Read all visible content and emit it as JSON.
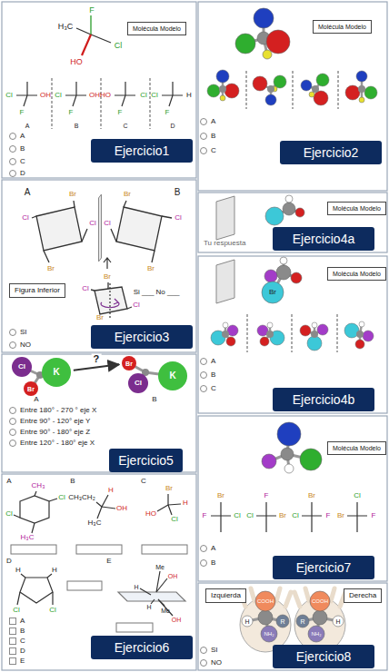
{
  "diagram": {
    "nodes": [
      {
        "text": [
          "Molécula Modelo"
        ]
      },
      {
        "text": [
          "Ejercicio1"
        ]
      },
      {
        "text": [
          "Molécula Modelo"
        ]
      },
      {
        "text": [
          "Ejercicio2"
        ]
      },
      {
        "text": [
          "Figura Inferior"
        ]
      },
      {
        "text": [
          "Ejercicio3"
        ]
      },
      {
        "text": [
          "Molécula Modelo"
        ]
      },
      {
        "text": [
          "Ejercicio4a"
        ]
      },
      {
        "text": [
          "Molécula Modelo"
        ]
      },
      {
        "text": [
          "Ejercicio4b"
        ]
      },
      {
        "text": [
          "Cl"
        ]
      },
      {
        "text": [
          "K"
        ]
      },
      {
        "text": [
          "Br"
        ]
      },
      {
        "text": [
          "Br"
        ]
      },
      {
        "text": [
          "Cl"
        ]
      },
      {
        "text": [
          "K"
        ]
      },
      {
        "text": [
          "Ejercicio5"
        ]
      },
      {
        "text": [
          "Ejercicio6"
        ]
      },
      {
        "text": [
          "Molécula Modelo"
        ]
      },
      {
        "text": [
          "Ejercicio7"
        ]
      },
      {
        "text": [
          "Izquierda"
        ]
      },
      {
        "text": [
          "Derecha"
        ]
      },
      {
        "text": [
          "Ejercicio8"
        ]
      }
    ],
    "edges": [
      {
        "from": 11,
        "to": 13,
        "arrow": "to",
        "label": "?"
      }
    ],
    "labels": [
      "F",
      "H₃C",
      "Cl",
      "HO",
      "Cl",
      "OH",
      "F",
      "Cl",
      "OH",
      "F",
      "HO",
      "Cl",
      "F",
      "Cl",
      "H",
      "F",
      "A",
      "B",
      "C",
      "D",
      "A",
      "B",
      "C",
      "D",
      "A",
      "B",
      "C",
      "A",
      "B",
      "Br",
      "Cl",
      "Cl",
      "Br",
      "Br",
      "Cl",
      "Cl",
      "Br",
      "Br",
      "Cl",
      "Cl",
      "Br",
      "Si ___ No ___",
      "SI",
      "NO",
      "Tu respuesta",
      "Br",
      "A",
      "B",
      "C",
      "A",
      "B",
      "Entre 180° - 270 ° eje X",
      "Entre 90° - 120° eje Y",
      "Entre 90° - 180° eje Z",
      "Entre 120° - 180° eje X",
      "A",
      "B",
      "C",
      "CH₃",
      "Cl",
      "Cl",
      "H₃C",
      "CH₃CH₂",
      "H",
      "OH",
      "H₃C",
      "Br",
      "H",
      "HO",
      "Cl",
      "D",
      "E",
      "H",
      "H",
      "Cl",
      "Cl",
      "Me",
      "OH",
      "H",
      "H",
      "Me",
      "OH",
      "A",
      "B",
      "C",
      "D",
      "E",
      "Br",
      "F",
      "Cl",
      "F",
      "Cl",
      "Br",
      "Br",
      "Cl",
      "F",
      "Cl",
      "Br",
      "F",
      "A",
      "B",
      "COOH",
      "H",
      "NH₂",
      "R",
      "COOH",
      "H",
      "NH₂",
      "R",
      "SI",
      "NO"
    ]
  }
}
